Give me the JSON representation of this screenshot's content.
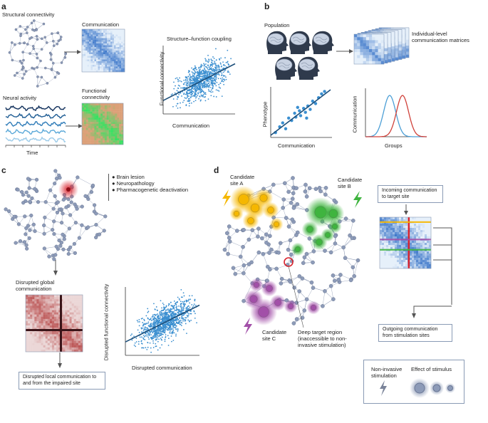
{
  "panels": {
    "a": {
      "label": "a",
      "structural_connectivity": "Structural connectivity",
      "communication": "Communication",
      "neural_activity": "Neural activity",
      "time": "Time",
      "functional_connectivity": "Functional connectivity",
      "coupling_title": "Structure–function coupling",
      "scatter_ylabel": "Functional connectivity",
      "scatter_xlabel": "Communication"
    },
    "b": {
      "label": "b",
      "population": "Population",
      "matrices": "Individual-level communication matrices",
      "scatter_ylabel": "Phenotype",
      "scatter_xlabel": "Communication",
      "dist_ylabel": "Communication",
      "dist_xlabel": "Groups"
    },
    "c": {
      "label": "c",
      "legend": [
        "Brain lesion",
        "Neuropathology",
        "Pharmacogenetic deactivation"
      ],
      "global": "Disrupted global communication",
      "local": "Disrupted local communication to and from the impaired site",
      "scatter_ylabel": "Disrupted functional connectivity",
      "scatter_xlabel": "Disrupted communication"
    },
    "d": {
      "label": "d",
      "site_a": "Candidate site A",
      "site_b": "Candidate site B",
      "site_c": "Candidate site C",
      "deep": "Deep target region (inaccessible to non-invasive stimulation)",
      "incoming": "Incoming communication to target site",
      "outgoing": "Outgoing communication from stimulation sites",
      "legend_stim": "Non-invasive stimulation",
      "legend_effect": "Effect of stimulus"
    }
  },
  "colors": {
    "node": "#8d9bb8",
    "edge": "#7c8aa8",
    "scatter": "#3b8fd0",
    "fit": "#1d4f7a",
    "site_a": "#f5b700",
    "site_b": "#3fb43f",
    "site_c": "#a24fa8",
    "lesion": "#d9232d",
    "dist_blue": "#4c9fd6",
    "dist_red": "#d0413a"
  }
}
